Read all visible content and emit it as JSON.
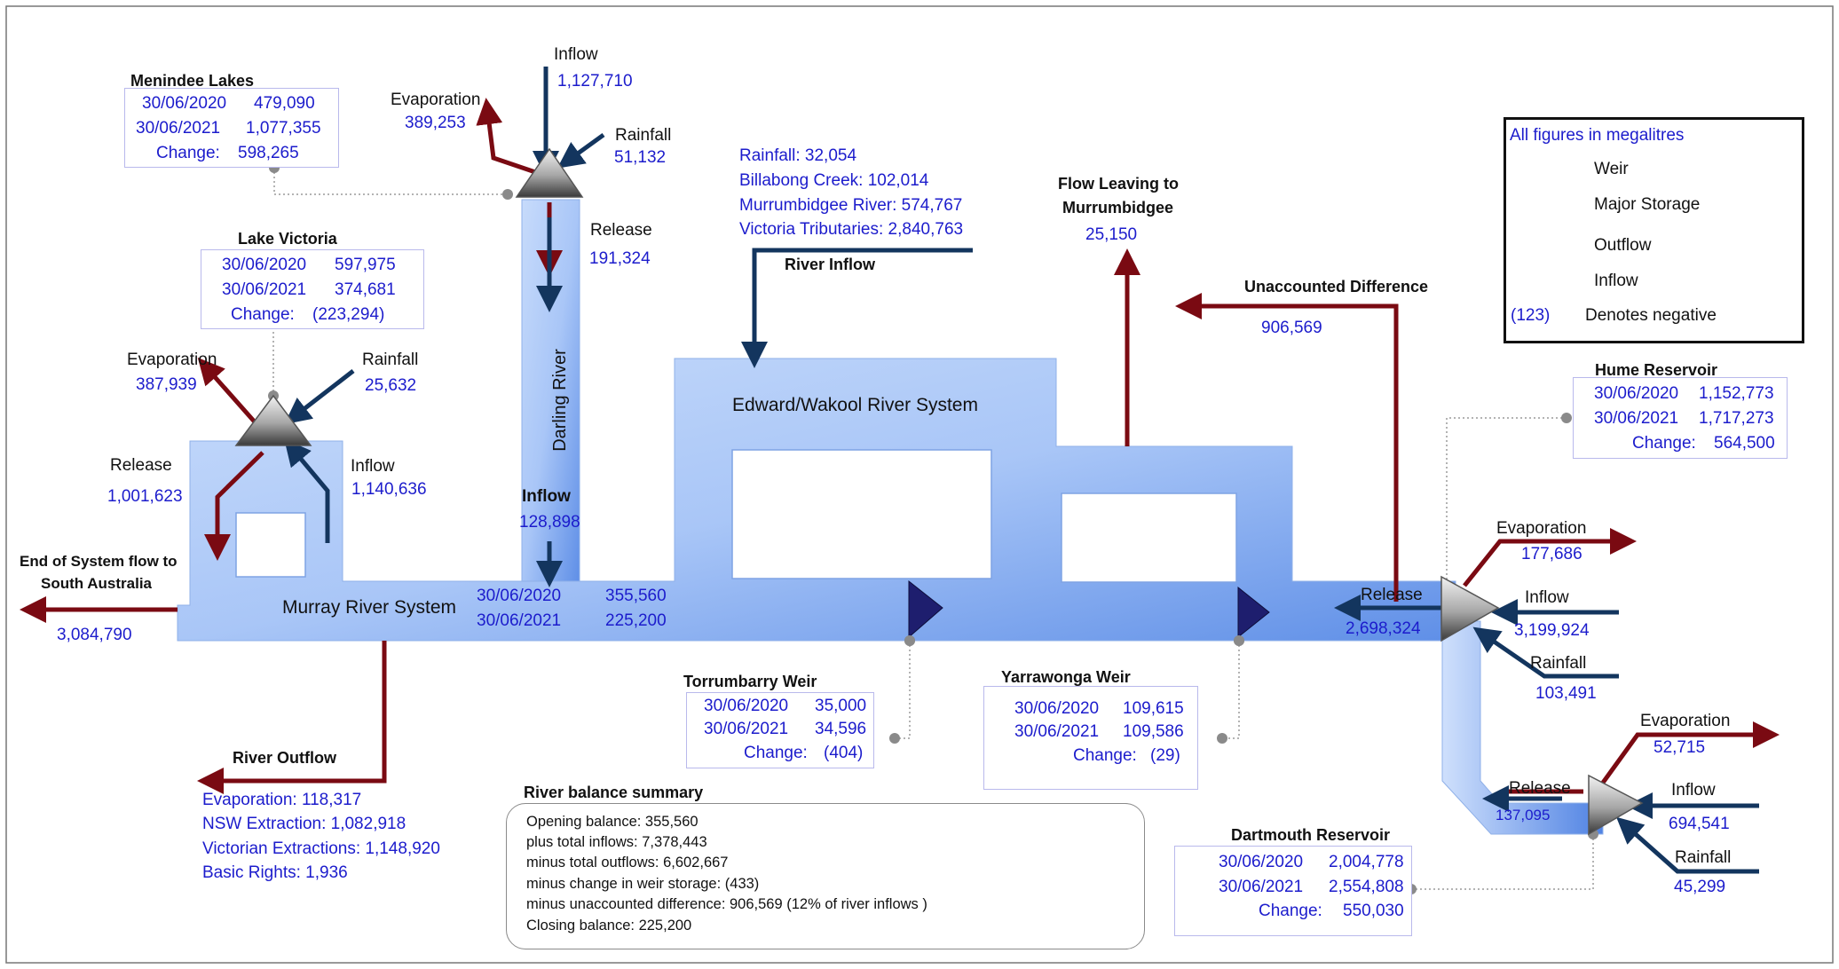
{
  "colors": {
    "outflow": "#7a0a12",
    "inflow": "#13355e",
    "river": "#a9c6f7",
    "label_blue": "#1c1ccc",
    "weir": "#1e1e6e"
  },
  "legend": {
    "title": "All figures in megalitres",
    "weir": "Weir",
    "major_storage": "Major Storage",
    "outflow": "Outflow",
    "inflow": "Inflow",
    "negative_sample": "(123)",
    "negative_text": "Denotes negative",
    "icons": [
      "weir-triangle-icon",
      "storage-triangle-icon",
      "red-arrow-icon",
      "blue-arrow-icon"
    ]
  },
  "menindee": {
    "title": "Menindee Lakes",
    "r1_date": "30/06/2020",
    "r1_val": "479,090",
    "r2_date": "30/06/2021",
    "r2_val": "1,077,355",
    "change_label": "Change:",
    "change_val": "598,265",
    "evap_label": "Evaporation",
    "evap_val": "389,253",
    "inflow_label": "Inflow",
    "inflow_val": "1,127,710",
    "rain_label": "Rainfall",
    "rain_val": "51,132",
    "release_label": "Release",
    "release_val": "191,324"
  },
  "lake_victoria": {
    "title": "Lake Victoria",
    "r1_date": "30/06/2020",
    "r1_val": "597,975",
    "r2_date": "30/06/2021",
    "r2_val": "374,681",
    "change_label": "Change:",
    "change_val": "(223,294)",
    "evap_label": "Evaporation",
    "evap_val": "387,939",
    "rain_label": "Rainfall",
    "rain_val": "25,632",
    "release_label": "Release",
    "release_val": "1,001,623",
    "inflow_label": "Inflow",
    "inflow_val": "1,140,636"
  },
  "darling": {
    "label": "Darling River",
    "inflow_label": "Inflow",
    "inflow_val": "128,898"
  },
  "river_inflow": {
    "title": "River Inflow",
    "rainfall": "Rainfall:  32,054",
    "billabong": "Billabong Creek:  102,014",
    "murrumbidgee": "Murrumbidgee  River:  574,767",
    "victoria_trib": "Victoria Tributaries:  2,840,763"
  },
  "edward_wakool": {
    "label": "Edward/Wakool River System"
  },
  "flow_murrumbidgee": {
    "title_line1": "Flow Leaving to",
    "title_line2": "Murrumbidgee",
    "value": "25,150"
  },
  "unaccounted": {
    "title": "Unaccounted Difference",
    "value": "906,569"
  },
  "murray": {
    "label": "Murray River System",
    "r1_date": "30/06/2020",
    "r1_val": "355,560",
    "r2_date": "30/06/2021",
    "r2_val": "225,200"
  },
  "end_of_system": {
    "title_line1": "End of System flow to",
    "title_line2": "South Australia",
    "value": "3,084,790"
  },
  "river_outflow": {
    "title": "River Outflow",
    "evaporation": "Evaporation:  118,317",
    "nsw": "NSW Extraction:  1,082,918",
    "vic": "Victorian Extractions:  1,148,920",
    "basic": "Basic Rights:  1,936"
  },
  "torrumbarry": {
    "title": "Torrumbarry Weir",
    "r1_date": "30/06/2020",
    "r1_val": "35,000",
    "r2_date": "30/06/2021",
    "r2_val": "34,596",
    "change_label": "Change:",
    "change_val": "(404)"
  },
  "yarrawonga": {
    "title": "Yarrawonga Weir",
    "r1_date": "30/06/2020",
    "r1_val": "109,615",
    "r2_date": "30/06/2021",
    "r2_val": "109,586",
    "change_label": "Change:",
    "change_val": "(29)"
  },
  "hume": {
    "title": "Hume Reservoir",
    "r1_date": "30/06/2020",
    "r1_val": "1,152,773",
    "r2_date": "30/06/2021",
    "r2_val": "1,717,273",
    "change_label": "Change:",
    "change_val": "564,500",
    "evap_label": "Evaporation",
    "evap_val": "177,686",
    "inflow_label": "Inflow",
    "inflow_val": "3,199,924",
    "rain_label": "Rainfall",
    "rain_val": "103,491",
    "release_label": "Release",
    "release_val": "2,698,324"
  },
  "dartmouth": {
    "title": "Dartmouth Reservoir",
    "r1_date": "30/06/2020",
    "r1_val": "2,004,778",
    "r2_date": "30/06/2021",
    "r2_val": "2,554,808",
    "change_label": "Change:",
    "change_val": "550,030",
    "evap_label": "Evaporation",
    "evap_val": "52,715",
    "inflow_label": "Inflow",
    "inflow_val": "694,541",
    "rain_label": "Rainfall",
    "rain_val": "45,299",
    "release_label": "Release",
    "release_val": "137,095"
  },
  "summary": {
    "title": "River balance summary",
    "lines": [
      "Opening balance: 355,560",
      "plus total inflows: 7,378,443",
      "minus total outflows: 6,602,667",
      "minus change in weir storage: (433)",
      "minus unaccounted  difference: 906,569 (12% of river inflows )",
      "Closing balance: 225,200"
    ]
  }
}
